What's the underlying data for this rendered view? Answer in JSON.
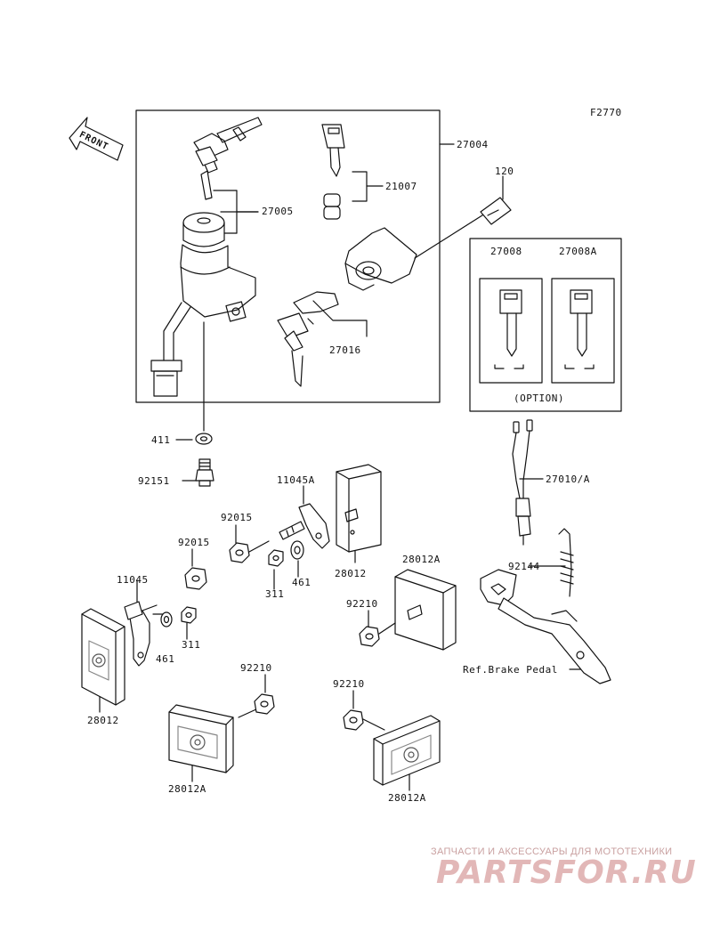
{
  "figure_code": "F2770",
  "direction_label": "FRONT",
  "option_label": "(OPTION)",
  "ref_label": "Ref.Brake Pedal",
  "part_numbers": {
    "p27004": "27004",
    "p120": "120",
    "p21007": "21007",
    "p27005": "27005",
    "p27008": "27008",
    "p27008A": "27008A",
    "p27016": "27016",
    "p411": "411",
    "p92151": "92151",
    "p11045A": "11045A",
    "p27010A": "27010/A",
    "p92015_a": "92015",
    "p92015_b": "92015",
    "p28012_a": "28012",
    "p28012A_a": "28012A",
    "p11045": "11045",
    "p311_a": "311",
    "p461_a": "461",
    "p92144": "92144",
    "p92210_a": "92210",
    "p311_b": "311",
    "p461_b": "461",
    "p92210_b": "92210",
    "p92210_c": "92210",
    "p28012_b": "28012",
    "p28012A_b": "28012A",
    "p28012A_c": "28012A"
  },
  "watermark": {
    "tagline": "ЗАПЧАСТИ И АКСЕССУАРЫ ДЛЯ МОТОТЕХНИКИ",
    "logo": "PARTSFOR.RU"
  }
}
